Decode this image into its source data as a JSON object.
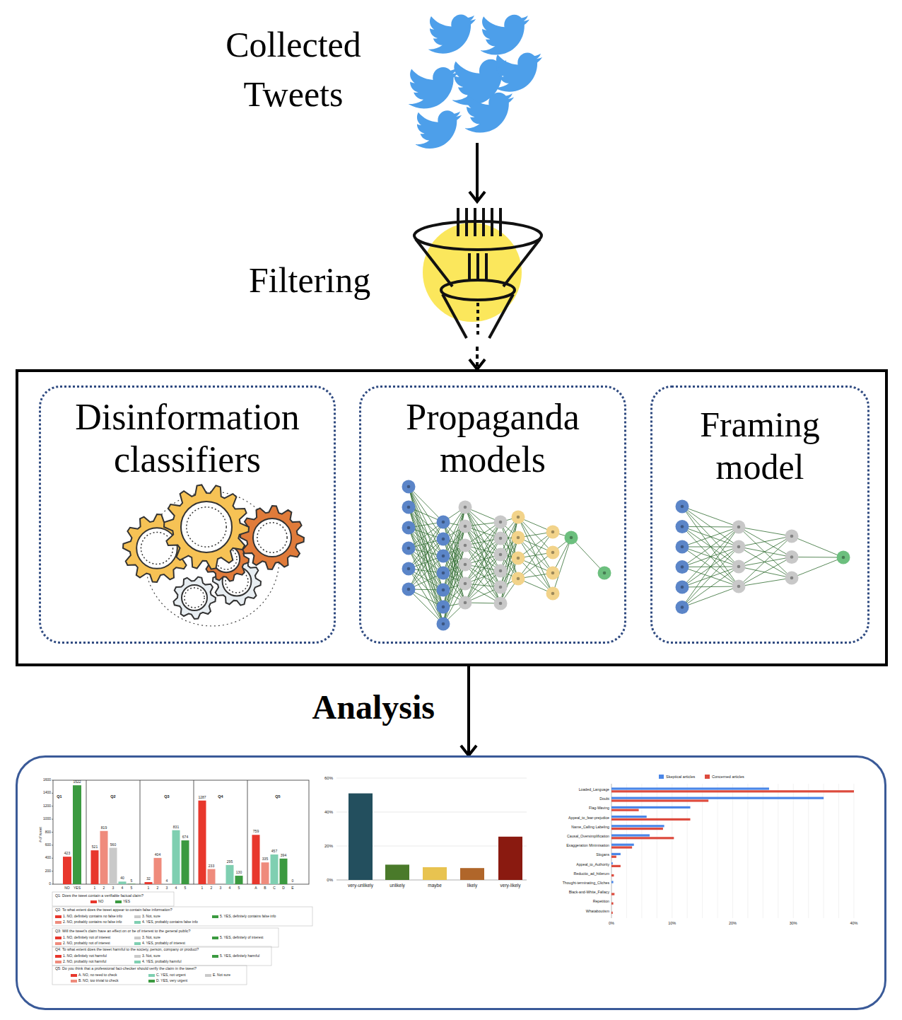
{
  "diagram": {
    "nodes": [
      {
        "text": [
          "Collected Tweets"
        ]
      },
      {
        "text": [
          "Filtering"
        ]
      },
      {
        "text": []
      },
      {
        "text": [
          "Disinformation classifiers"
        ],
        "in": 2
      },
      {
        "text": [
          "Propaganda models"
        ],
        "in": 2
      },
      {
        "text": [
          "Framing model"
        ],
        "in": 2
      },
      {
        "text": []
      }
    ],
    "edges": [
      {
        "from": 0,
        "to": 1,
        "arrow": "to"
      },
      {
        "from": 1,
        "to": 2,
        "arrow": "to"
      },
      {
        "from": 2,
        "to": 6,
        "arrow": "to",
        "label": "Analysis"
      }
    ],
    "labels": [
      "1600",
      "1400",
      "1200",
      "1000",
      "800",
      "600",
      "400",
      "200",
      "0",
      "# of tweet",
      "Q1",
      "Q2",
      "Q3",
      "Q4",
      "Q5",
      "423",
      "1522",
      "521",
      "819",
      "560",
      "40",
      "5",
      "32",
      "404",
      "4",
      "831",
      "674",
      "1287",
      "233",
      "295",
      "130",
      "759",
      "335",
      "457",
      "394",
      "0",
      "NO",
      "YES",
      "1",
      "2",
      "3",
      "4",
      "5",
      "1",
      "2",
      "3",
      "4",
      "5",
      "1",
      "2",
      "3",
      "4",
      "5",
      "A",
      "B",
      "C",
      "D",
      "E",
      "Q1: Does the tweet contain a verifiable factual claim?",
      "Q2: To what extent does the tweet appear to contain false information?",
      "Q3: Will the tweet's claim have an effect on or be of interest to the general public?",
      "Q4: To what extent does the tweet harmful to the society, person, company or product?",
      "Q5: Do you think that a professional fact-checker should verify the claim in the tweet?",
      "60%",
      "40%",
      "20%",
      "0%",
      "very-unlikely",
      "unlikely",
      "maybe",
      "likely",
      "very-likely",
      "Loaded_Language",
      "Doubt",
      "Flag-Waving",
      "Appeal_to_fear-prejudice",
      "Name_Calling Labeling",
      "Causal_Oversimplification",
      "Exaggeration Minimisation",
      "Slogans",
      "Appeal_to_Authority",
      "Reductio_ad_hitlerum",
      "Thought-terminating_Cliches",
      "Black-and-White_Fallacy",
      "Repetition",
      "Whataboutism",
      "0%",
      "10%",
      "20%",
      "30%",
      "40%"
    ],
    "legend": [
      {
        "text": "NO",
        "color": "#e8372c"
      },
      {
        "text": "YES",
        "color": "#3b9a40"
      },
      {
        "text": "1. NO, definitely contains no false info",
        "color": "#e8372c"
      },
      {
        "text": "2. NO, probably contains no false info",
        "color": "#ef8b7c"
      },
      {
        "text": "3. Not, sure",
        "color": "#c9c9c9"
      },
      {
        "text": "4. YES, probably contains false info",
        "color": "#7fcfb1"
      },
      {
        "text": "5. YES, definitely contains false info",
        "color": "#3b9a40"
      },
      {
        "text": "1. NO, definitely not of interest",
        "color": "#e8372c"
      },
      {
        "text": "2. NO, probably not of interest",
        "color": "#ef8b7c"
      },
      {
        "text": "3. Not, sure",
        "color": "#c9c9c9"
      },
      {
        "text": "4. YES, probably of interest",
        "color": "#7fcfb1"
      },
      {
        "text": "5. YES, definitely of interest",
        "color": "#3b9a40"
      },
      {
        "text": "1. NO, definitely not harmful",
        "color": "#e8372c"
      },
      {
        "text": "2. NO, probably not harmful",
        "color": "#ef8b7c"
      },
      {
        "text": "3. Not, sure",
        "color": "#c9c9c9"
      },
      {
        "text": "4. YES, probably harmful",
        "color": "#7fcfb1"
      },
      {
        "text": "5. YES, definitely harmful",
        "color": "#3b9a40"
      },
      {
        "text": "A. NO, no need to check",
        "color": "#e8372c"
      },
      {
        "text": "B. NO, too trivial to check",
        "color": "#ef8b7c"
      },
      {
        "text": "C. YES, not urgent",
        "color": "#7fcfb1"
      },
      {
        "text": "D. YES, very urgent",
        "color": "#3b9a40"
      },
      {
        "text": "E. Not sure",
        "color": "#c9c9c9"
      },
      {
        "text": "Skeptical articles",
        "color": "#4a86e8"
      },
      {
        "text": "Concerned articles",
        "color": "#dd4b3e"
      }
    ]
  }
}
